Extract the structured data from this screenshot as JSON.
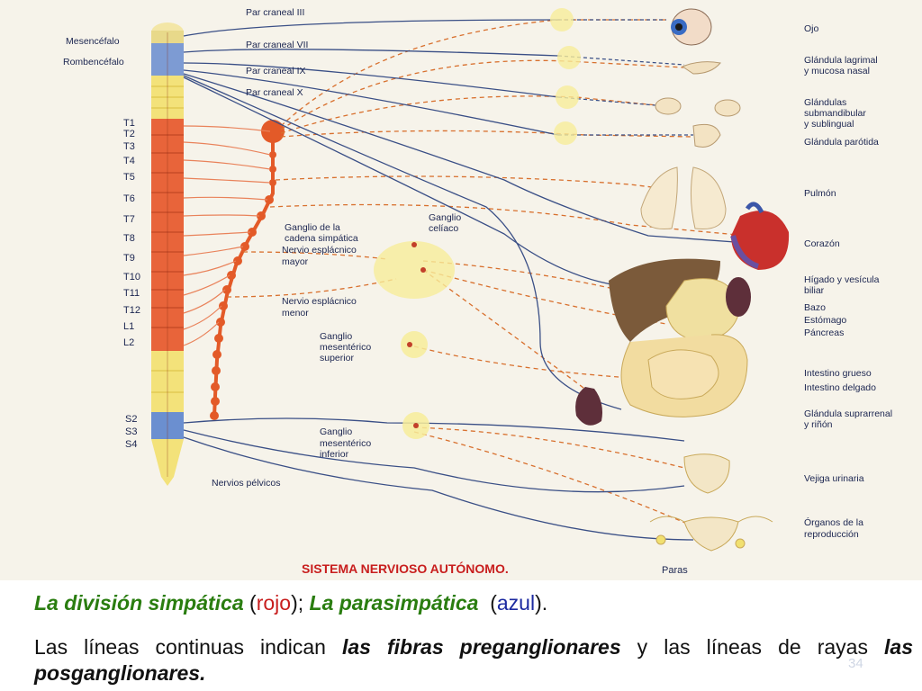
{
  "diagram": {
    "title": "SISTEMA NERVIOSO AUTÓNOMO.",
    "footnote": "Paras",
    "brain_labels": [
      "Mesencéfalo",
      "Rombencéfalo"
    ],
    "cranial_nerves": [
      "Par craneal III",
      "Par craneal VII",
      "Par craneal IX",
      "Par craneal X"
    ],
    "segments": [
      "T1",
      "T2",
      "T3",
      "T4",
      "T5",
      "T6",
      "T7",
      "T8",
      "T9",
      "T10",
      "T11",
      "T12",
      "L1",
      "L2",
      "S2",
      "S3",
      "S4"
    ],
    "ganglia_labels": {
      "chain_1": "Ganglio de la",
      "chain_2": "cadena simpática",
      "celiac_1": "Ganglio",
      "celiac_2": "celíaco",
      "splanchnic_major_1": "Nervio esplácnico",
      "splanchnic_major_2": "mayor",
      "splanchnic_minor_1": "Nervio esplácnico",
      "splanchnic_minor_2": "menor",
      "sup_mes_1": "Ganglio",
      "sup_mes_2": "mesentérico",
      "sup_mes_3": "superior",
      "inf_mes_1": "Ganglio",
      "inf_mes_2": "mesentérico",
      "inf_mes_3": "inferior",
      "pelvic": "Nervios pélvicos"
    },
    "organs": {
      "ojo": "Ojo",
      "lagrimal_1": "Glándula lagrimal",
      "lagrimal_2": "y mucosa nasal",
      "submand_1": "Glándulas",
      "submand_2": "submandibular",
      "submand_3": "y sublingual",
      "parotida": "Glándula parótida",
      "pulmon": "Pulmón",
      "corazon": "Corazón",
      "higado_1": "Hígado y vesícula",
      "higado_2": "biliar",
      "bazo": "Bazo",
      "estomago": "Estómago",
      "pancreas": "Páncreas",
      "grueso": "Intestino grueso",
      "delgado": "Intestino delgado",
      "suprarrenal_1": "Glándula suprarrenal",
      "suprarrenal_2": "y riñón",
      "vejiga": "Vejiga urinaria",
      "organos_1": "Órganos de la",
      "organos_2": "reproducción"
    }
  },
  "caption": {
    "simp_label": "La división simpática",
    "simp_color": "rojo",
    "para_label": "La parasimpática",
    "para_color": "azul",
    "p_text_1": "Las líneas continuas indican",
    "p_bold_1": "las fibras preganglionares",
    "p_text_2": "y las líneas de rayas",
    "p_bold_2": "las posganglionares."
  },
  "slide_number": "34",
  "colors": {
    "sympathetic": "#e0592a",
    "parasympathetic": "#2f4a8a",
    "caption_title": "#c81e1e",
    "accent_green": "#2a7d10"
  }
}
